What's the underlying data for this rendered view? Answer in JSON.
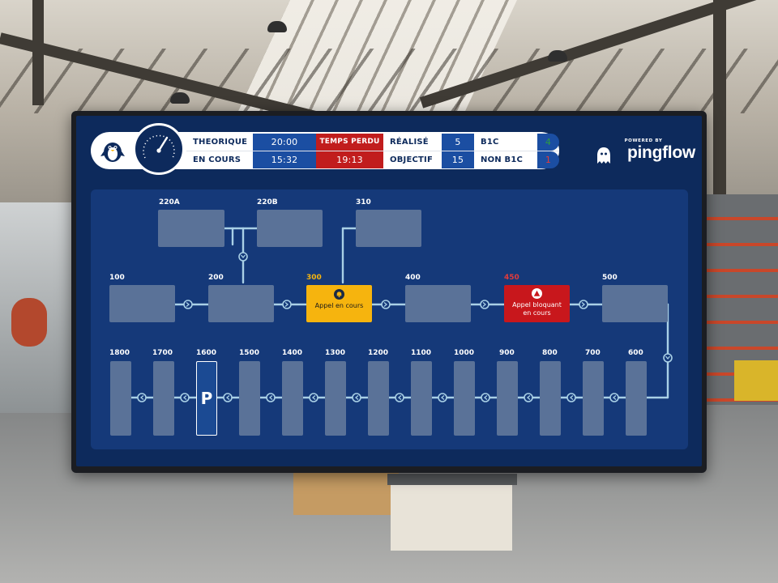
{
  "kpi": {
    "theorique_label": "THEORIQUE",
    "theorique_value": "20:00",
    "en_cours_label": "EN COURS",
    "en_cours_value": "15:32",
    "temps_perdu_label": "TEMPS PERDU",
    "temps_perdu_value": "19:13",
    "realise_label": "RÉALISÉ",
    "realise_value": "5",
    "objectif_label": "OBJECTIF",
    "objectif_value": "15",
    "b1c_label": "B1C",
    "b1c_value": "4",
    "non_b1c_label": "NON B1C",
    "non_b1c_value": "1"
  },
  "brand": {
    "powered_by": "POWERED BY",
    "name": "pingflow"
  },
  "colors": {
    "screen_bg": "#0d2a5c",
    "panel_bg": "#153979",
    "station": "#5a7298",
    "line": "#a9d0e6",
    "alert_warning": "#f6b40e",
    "alert_blocking": "#c8171c",
    "ok_green": "#2e9e3f",
    "bad_red": "#c11d1d"
  },
  "stations": {
    "s220a": "220A",
    "s220b": "220B",
    "s310": "310",
    "s100": "100",
    "s200": "200",
    "s300": "300",
    "s400": "400",
    "s450": "450",
    "s500": "500",
    "s600": "600",
    "s700": "700",
    "s800": "800",
    "s900": "900",
    "s1000": "1000",
    "s1100": "1100",
    "s1200": "1200",
    "s1300": "1300",
    "s1400": "1400",
    "s1500": "1500",
    "s1600": "1600",
    "s1700": "1700",
    "s1800": "1800"
  },
  "alerts": {
    "s300_text": "Appel en cours",
    "s300_icon": "bell-icon",
    "s450_text_1": "Appel bloquant",
    "s450_text_2": "en cours",
    "s450_icon": "warning-triangle-icon"
  },
  "parking": {
    "letter": "P"
  }
}
